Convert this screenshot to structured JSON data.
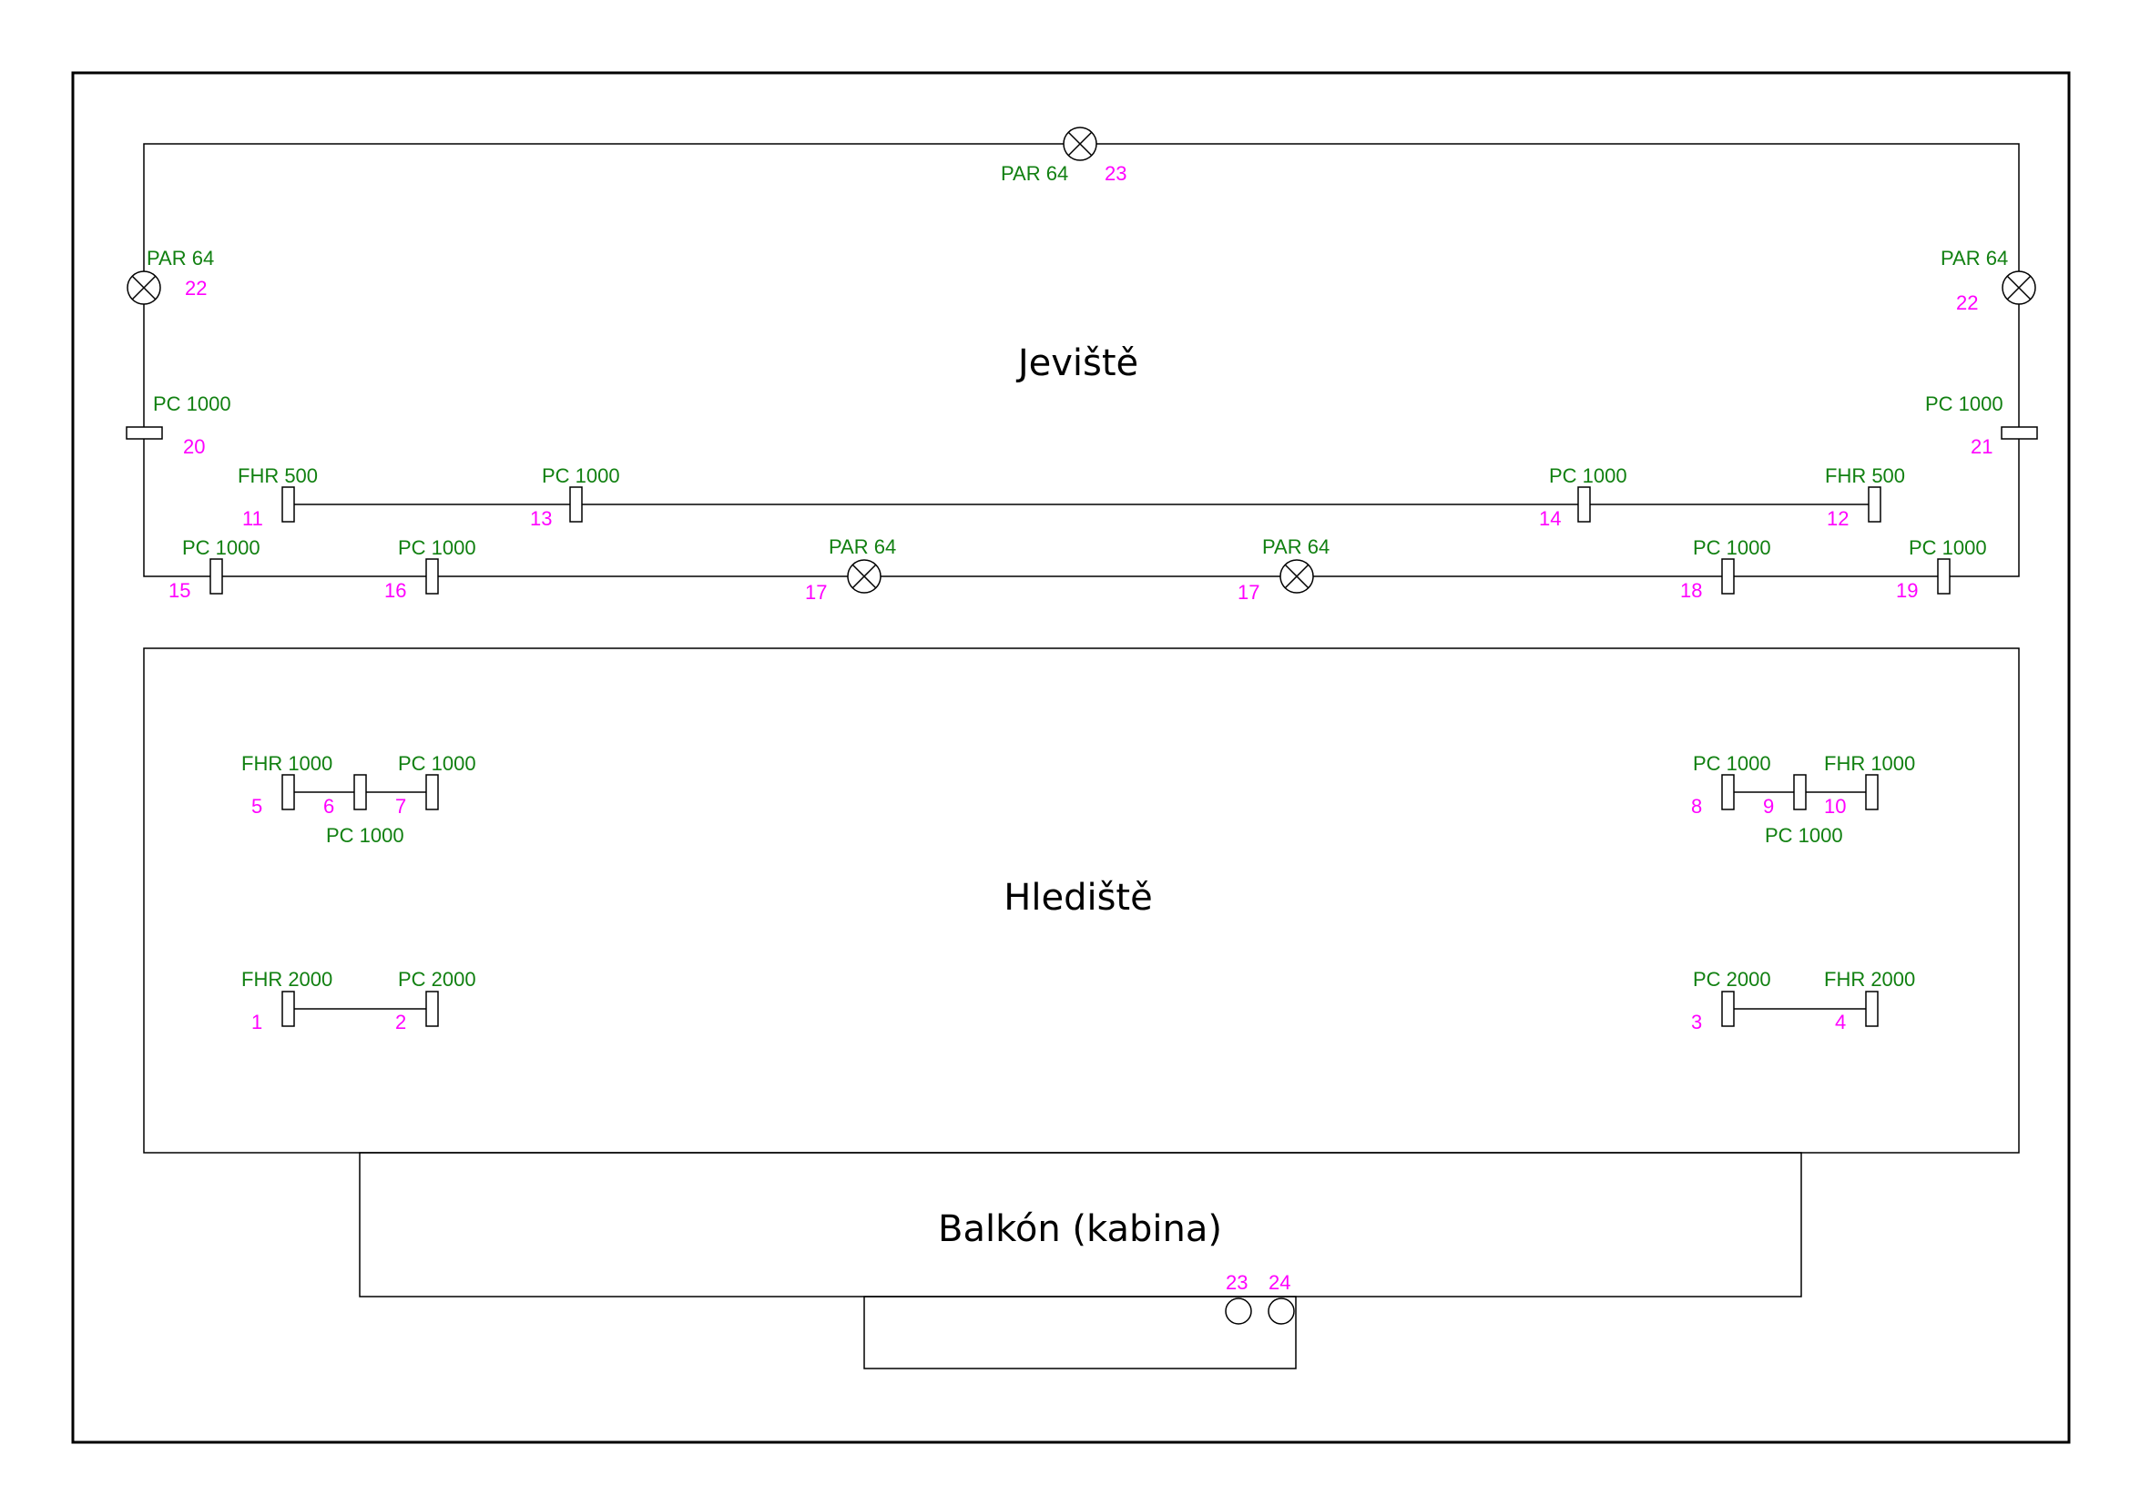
{
  "colors": {
    "type_label": "#118011",
    "channel_number": "#ff00ff",
    "lines": "#000000"
  },
  "areas": {
    "stage": "Jeviště",
    "auditorium": "Hlediště",
    "balcony": "Balkón (kabina)"
  },
  "fixtures": {
    "par_top": {
      "type": "PAR 64",
      "channel": "23",
      "icon": "par-can-icon"
    },
    "par_left": {
      "type": "PAR 64",
      "channel": "22",
      "icon": "par-can-icon"
    },
    "par_right": {
      "type": "PAR 64",
      "channel": "22",
      "icon": "par-can-icon"
    },
    "pc_left_side": {
      "type": "PC 1000",
      "channel": "20"
    },
    "pc_right_side": {
      "type": "PC 1000",
      "channel": "21"
    },
    "fhr_11": {
      "type": "FHR 500",
      "channel": "11"
    },
    "pc_13": {
      "type": "PC 1000",
      "channel": "13"
    },
    "pc_14": {
      "type": "PC 1000",
      "channel": "14"
    },
    "fhr_12": {
      "type": "FHR 500",
      "channel": "12"
    },
    "pc_15": {
      "type": "PC 1000",
      "channel": "15"
    },
    "pc_16": {
      "type": "PC 1000",
      "channel": "16"
    },
    "par_17a": {
      "type": "PAR 64",
      "channel": "17",
      "icon": "par-can-icon"
    },
    "par_17b": {
      "type": "PAR 64",
      "channel": "17",
      "icon": "par-can-icon"
    },
    "pc_18": {
      "type": "PC 1000",
      "channel": "18"
    },
    "pc_19": {
      "type": "PC 1000",
      "channel": "19"
    },
    "fhr_5": {
      "type": "FHR 1000",
      "channel": "5"
    },
    "pc_6": {
      "type": "PC 1000",
      "channel": "6"
    },
    "pc_7": {
      "type": "PC 1000",
      "channel": "7"
    },
    "pc_8": {
      "type": "PC 1000",
      "channel": "8"
    },
    "pc_9": {
      "type": "PC 1000",
      "channel": "9"
    },
    "fhr_10": {
      "type": "FHR 1000",
      "channel": "10"
    },
    "fhr_1": {
      "type": "FHR 2000",
      "channel": "1"
    },
    "pc_2": {
      "type": "PC 2000",
      "channel": "2"
    },
    "pc_3": {
      "type": "PC 2000",
      "channel": "3"
    },
    "fhr_4": {
      "type": "FHR 2000",
      "channel": "4"
    }
  },
  "outlets": [
    {
      "channel": "23",
      "icon": "outlet-icon"
    },
    {
      "channel": "24",
      "icon": "outlet-icon"
    }
  ]
}
